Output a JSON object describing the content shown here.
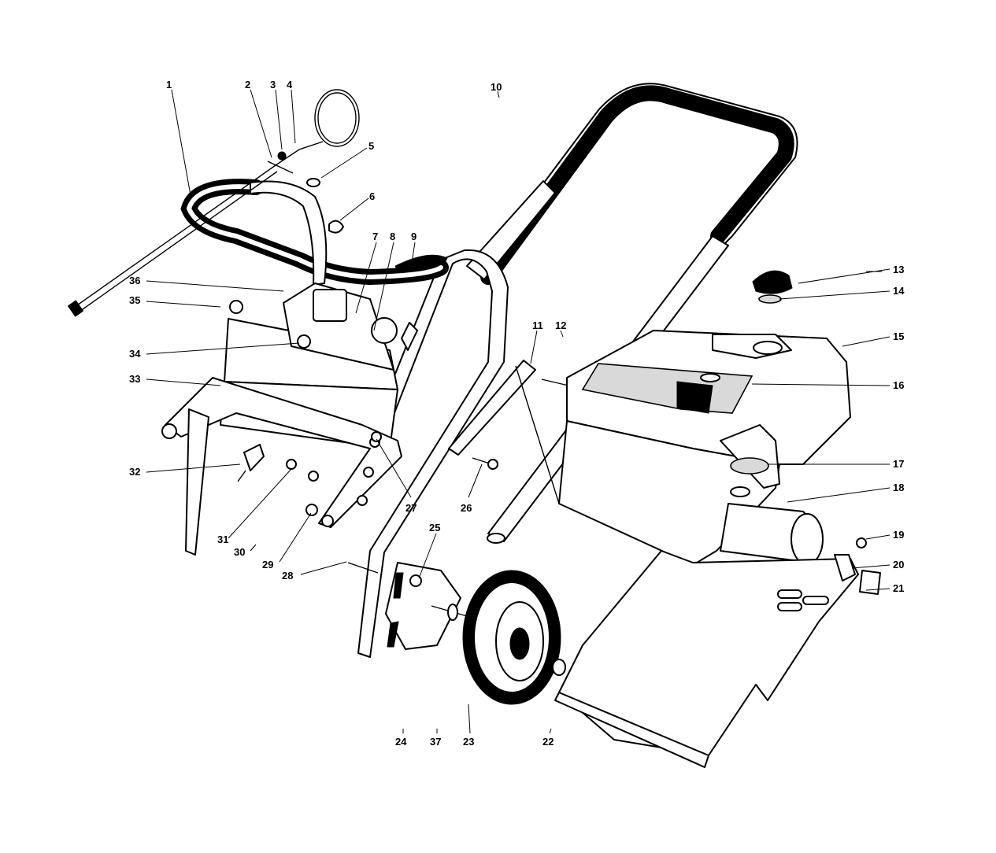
{
  "callouts": [
    {
      "id": "c1",
      "text": "1"
    },
    {
      "id": "c2",
      "text": "2"
    },
    {
      "id": "c3",
      "text": "3"
    },
    {
      "id": "c4",
      "text": "4"
    },
    {
      "id": "c5",
      "text": "5"
    },
    {
      "id": "c6",
      "text": "6"
    },
    {
      "id": "c7",
      "text": "7"
    },
    {
      "id": "c8",
      "text": "8"
    },
    {
      "id": "c9",
      "text": "9"
    },
    {
      "id": "c10",
      "text": "10"
    },
    {
      "id": "c11",
      "text": "11"
    },
    {
      "id": "c12",
      "text": "12"
    },
    {
      "id": "c13",
      "text": "13"
    },
    {
      "id": "c14",
      "text": "14"
    },
    {
      "id": "c15",
      "text": "15"
    },
    {
      "id": "c16",
      "text": "16"
    },
    {
      "id": "c17",
      "text": "17"
    },
    {
      "id": "c18",
      "text": "18"
    },
    {
      "id": "c19",
      "text": "19"
    },
    {
      "id": "c20",
      "text": "20"
    },
    {
      "id": "c21",
      "text": "21"
    },
    {
      "id": "c22",
      "text": "22"
    },
    {
      "id": "c23",
      "text": "23"
    },
    {
      "id": "c24",
      "text": "24"
    },
    {
      "id": "c25",
      "text": "25"
    },
    {
      "id": "c26",
      "text": "26"
    },
    {
      "id": "c27",
      "text": "27"
    },
    {
      "id": "c28",
      "text": "28"
    },
    {
      "id": "c29",
      "text": "29"
    },
    {
      "id": "c30",
      "text": "30"
    },
    {
      "id": "c31",
      "text": "31"
    },
    {
      "id": "c32",
      "text": "32"
    },
    {
      "id": "c33",
      "text": "33"
    },
    {
      "id": "c34",
      "text": "34"
    },
    {
      "id": "c35",
      "text": "35"
    },
    {
      "id": "c36",
      "text": "36"
    },
    {
      "id": "c37",
      "text": "37"
    }
  ],
  "colors": {
    "ink": "#000000",
    "paper": "#ffffff",
    "shade": "#d9d9d9"
  }
}
